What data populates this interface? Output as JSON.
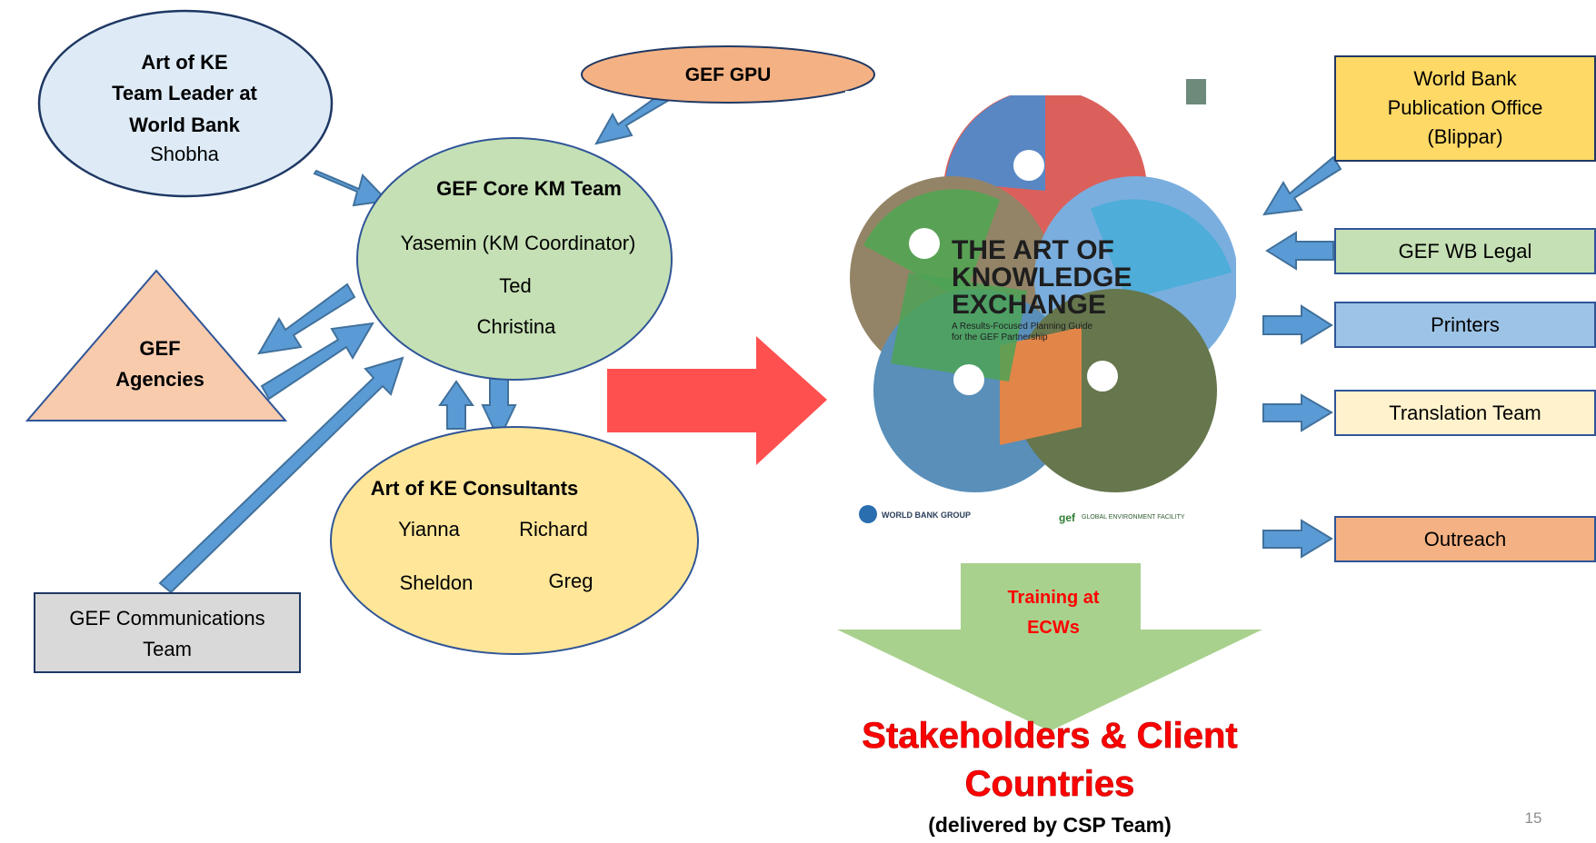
{
  "team_leader": {
    "line1": "Art of KE",
    "line2": "Team Leader at",
    "line3": "World Bank",
    "name": "Shobha"
  },
  "gpu": {
    "label": "GEF GPU"
  },
  "core_team": {
    "title": "GEF Core KM Team",
    "members": [
      "Yasemin (KM Coordinator)",
      "Ted",
      "Christina"
    ]
  },
  "agencies": {
    "line1": "GEF",
    "line2": "Agencies"
  },
  "consultants": {
    "title": "Art of KE Consultants",
    "members": [
      "Yianna",
      "Richard",
      "Sheldon",
      "Greg"
    ]
  },
  "communications": {
    "line1": "GEF Communications",
    "line2": "Team"
  },
  "book_cover": {
    "title_line1": "THE ART OF",
    "title_line2": "KNOWLEDGE",
    "title_line3": "EXCHANGE",
    "subtitle_line1": "A Results-Focused Planning Guide",
    "subtitle_line2": "for the GEF Partnership",
    "wb_logo": "WORLD BANK GROUP",
    "gef_logo_mark": "gef",
    "gef_logo": "GLOBAL ENVIRONMENT FACILITY"
  },
  "right_boxes": {
    "publication": [
      "World Bank",
      "Publication Office",
      "(Blippar)"
    ],
    "legal": "GEF WB Legal",
    "printers": "Printers",
    "translation": "Translation Team",
    "outreach": "Outreach"
  },
  "training": {
    "line1": "Training  at",
    "line2": "ECWs"
  },
  "stakeholders": {
    "line1": "Stakeholders & Client",
    "line2": "Countries",
    "sub": "(delivered by CSP Team)"
  },
  "page_number": "15",
  "colors": {
    "arrow_blue": "#5B9BD5",
    "arrow_stroke": "#41719C",
    "team_leader_fill": "#DEEBF7",
    "gpu_fill": "#F4B183",
    "core_fill": "#C5E0B4",
    "agencies_fill": "#F8CBAD",
    "consultants_fill": "#FFE699",
    "communications_fill": "#D9D9D9",
    "publication_fill": "#FFD966",
    "legal_fill": "#C5E0B4",
    "printers_fill": "#9DC3E6",
    "translation_fill": "#FFF2CC",
    "outreach_fill": "#F4B183",
    "red_arrow": "#FF5050",
    "green_arrow": "#A9D18E",
    "accent_red": "#FF0000"
  }
}
